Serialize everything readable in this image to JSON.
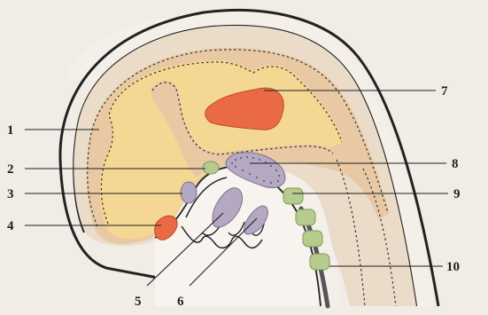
{
  "labels": {
    "l1": "1",
    "l2": "2",
    "l3": "3",
    "l4": "4",
    "l5": "5",
    "l6": "6",
    "l7": "7",
    "l8": "8",
    "l9": "9",
    "l10": "10"
  },
  "colors": {
    "background": "#f1ece6",
    "outer_tissue": "#eadcc9",
    "middle_layer": "#e8c9a4",
    "inner_core": "#f4d792",
    "red_region": "#ea6a44",
    "purple_body": "#b4a8c2",
    "green_body": "#b6cc8e",
    "spinal_channel": "#555555"
  }
}
